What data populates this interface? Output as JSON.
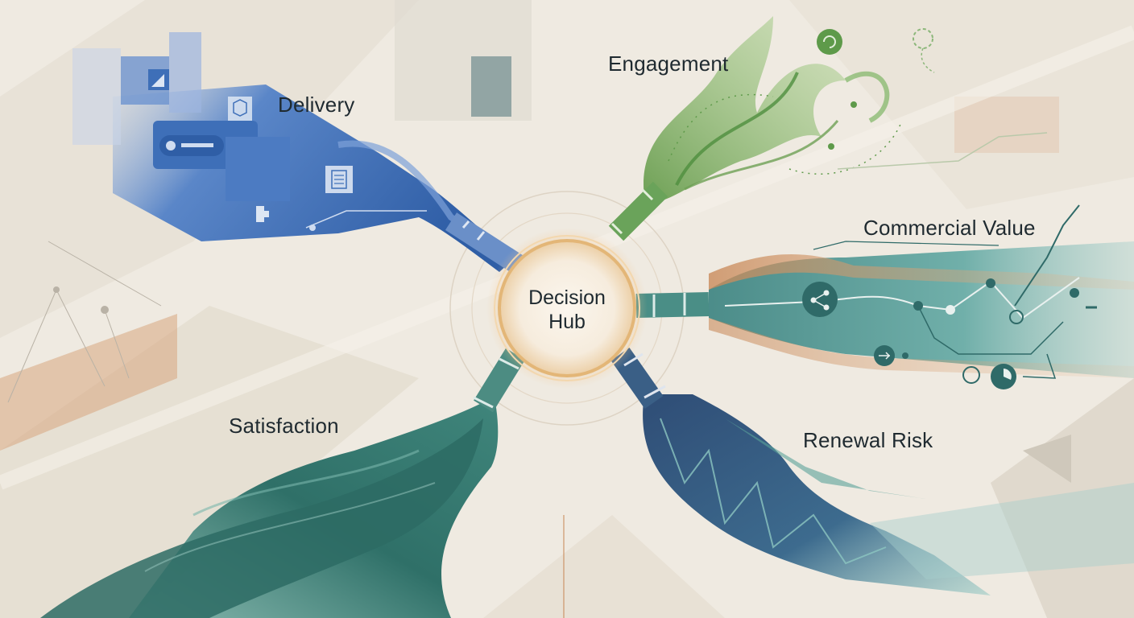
{
  "hub": {
    "line1": "Decision",
    "line2": "Hub"
  },
  "branches": {
    "delivery": "Delivery",
    "engagement": "Engagement",
    "commercial_value": "Commercial Value",
    "satisfaction": "Satisfaction",
    "renewal_risk": "Renewal Risk"
  },
  "colors": {
    "background": "#efeae1",
    "delivery": "#4f7cc0",
    "engagement": "#7fb565",
    "commercial_value": "#3f8f8a",
    "satisfaction": "#2f7068",
    "renewal_risk": "#34557e",
    "hub_glow": "#e8b77a",
    "accent_copper": "#c98a5a"
  },
  "icons": {
    "delivery": [
      "chart-icon",
      "box-icon",
      "card-icon",
      "document-icon",
      "puzzle-icon"
    ],
    "engagement": [
      "refresh-icon",
      "loop-icon"
    ],
    "commercial_value": [
      "share-icon",
      "usb-icon",
      "pie-chart-icon"
    ]
  }
}
